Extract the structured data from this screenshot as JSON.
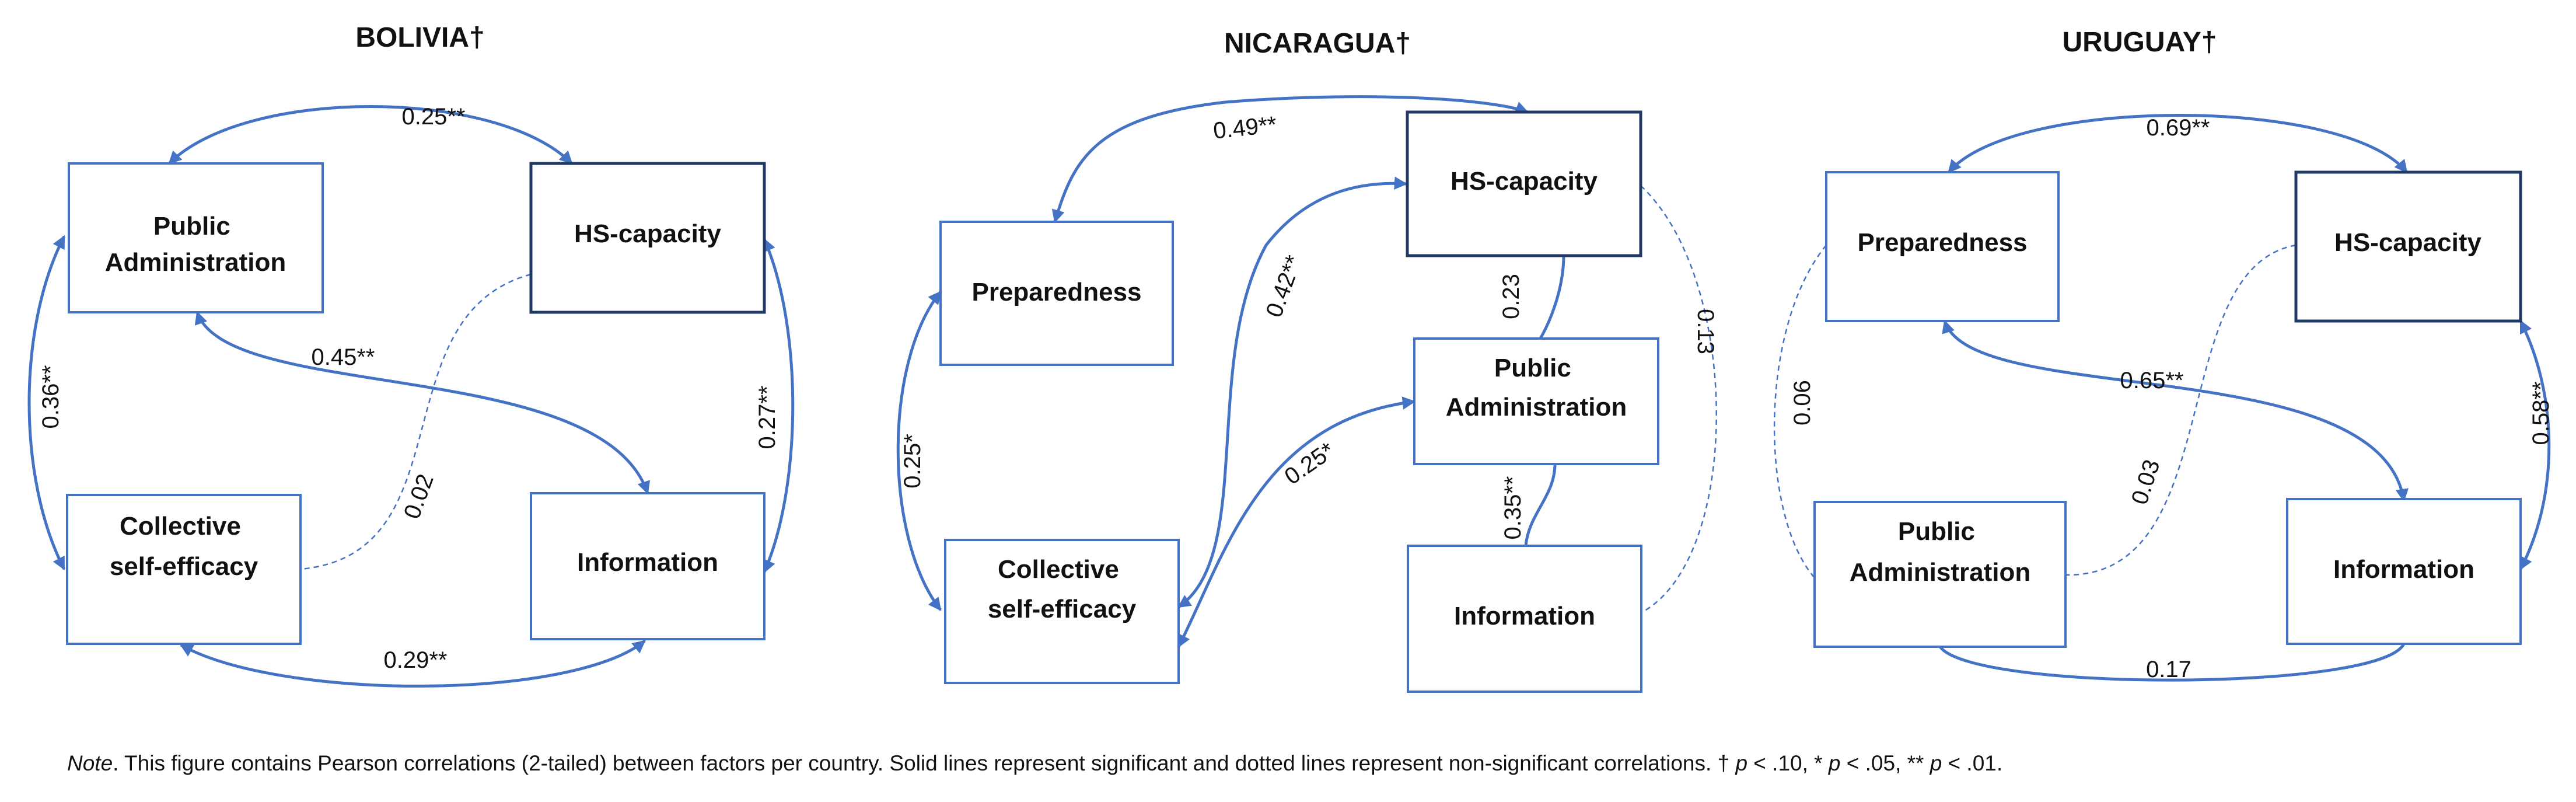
{
  "panels": [
    {
      "id": "bolivia",
      "title": "BOLIVIA†",
      "nodes": {
        "public_administration": [
          "Public",
          "Administration"
        ],
        "hs_capacity": [
          "HS-capacity"
        ],
        "collective_self_efficacy": [
          "Collective",
          "self-efficacy"
        ],
        "information": [
          "Information"
        ]
      },
      "correlations": {
        "pa_hs": "0.25**",
        "pa_cse": "0.36**",
        "pa_info": "0.45**",
        "hs_cse": "0.02",
        "hs_info": "0.27**",
        "cse_info": "0.29**"
      }
    },
    {
      "id": "nicaragua",
      "title": "NICARAGUA†",
      "nodes": {
        "preparedness": [
          "Preparedness"
        ],
        "hs_capacity": [
          "HS-capacity"
        ],
        "public_administration": [
          "Public",
          "Administration"
        ],
        "collective_self_efficacy": [
          "Collective",
          "self-efficacy"
        ],
        "information": [
          "Information"
        ]
      },
      "correlations": {
        "prep_hs": "0.49**",
        "cse_hs": "0.42**",
        "prep_cse": "0.25*",
        "cse_pa": "0.25*",
        "hs_pa": "0.23",
        "pa_info": "0.35**",
        "hs_info": "0.13"
      }
    },
    {
      "id": "uruguay",
      "title": "URUGUAY†",
      "nodes": {
        "preparedness": [
          "Preparedness"
        ],
        "hs_capacity": [
          "HS-capacity"
        ],
        "public_administration": [
          "Public",
          "Administration"
        ],
        "information": [
          "Information"
        ]
      },
      "correlations": {
        "prep_hs": "0.69**",
        "prep_pa": "0.06",
        "prep_info": "0.65**",
        "hs_pa": "0.03",
        "hs_info": "0.58**",
        "pa_info": "0.17"
      }
    }
  ],
  "note": {
    "lead": "Note",
    "t1": ". This figure contains Pearson correlations (2-tailed) between factors per country. Solid lines represent significant and dotted lines represent non-significant correlations. † ",
    "p1": "p",
    "t2": " < .10, * ",
    "p2": "p",
    "t3": " < .05, ** ",
    "p3": "p",
    "t4": " < .01."
  },
  "colors": {
    "edge": "#4472C4",
    "box_border": "#4472C4",
    "box_border_dark": "#1F3864",
    "text": "#111111"
  }
}
